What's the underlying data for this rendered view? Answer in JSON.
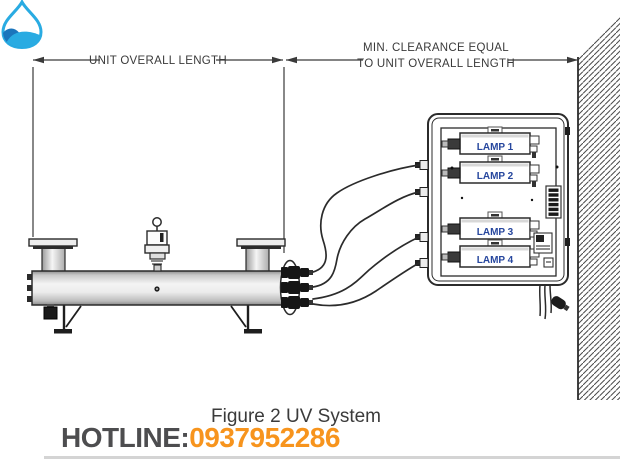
{
  "figure": {
    "caption": "Figure 2 UV System"
  },
  "dimensions": {
    "unit_overall_length": "UNIT OVERALL LENGTH",
    "min_clearance_line1": "MIN. CLEARANCE EQUAL",
    "min_clearance_line2": "TO UNIT OVERALL LENGTH"
  },
  "panel": {
    "lamps": [
      {
        "label": "LAMP 1"
      },
      {
        "label": "LAMP 2"
      },
      {
        "label": "LAMP 3"
      },
      {
        "label": "LAMP 4"
      }
    ],
    "lamp_label_color": "#27479e"
  },
  "footer": {
    "hotline_label": "HOTLINE:",
    "hotline_number": "0937952286",
    "hotline_label_color": "#4d4d4f",
    "hotline_number_color": "#f7941d",
    "logo": "water-drop-logo",
    "logo_outline_color": "#29abe2",
    "logo_wave_dark_color": "#1b75bc",
    "logo_wave_light_color": "#29abe2"
  }
}
